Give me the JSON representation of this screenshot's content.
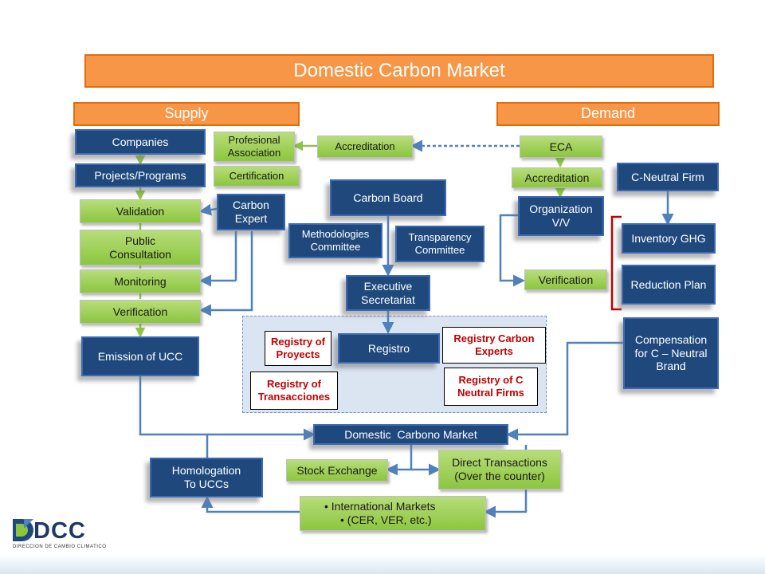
{
  "title": "Domestic Carbon Market",
  "supply_header": "Supply",
  "demand_header": "Demand",
  "supply": {
    "companies": "Companies",
    "projects": "Projects/Programs",
    "validation": "Validation",
    "public_consultation": "Public Consultation",
    "monitoring": "Monitoring",
    "verification": "Verification",
    "emission": "Emission of UCC"
  },
  "center": {
    "prof_association": "Profesional Association",
    "certification": "Certification",
    "accreditation": "Accreditation",
    "carbon_expert": "Carbon Expert",
    "carbon_board": "Carbon Board",
    "methodologies_committee": "Methodologies Committee",
    "transparency_committee": "Transparency Committee",
    "executive_secretariat": "Executive Secretariat",
    "registro": "Registro"
  },
  "registries": {
    "proyects": "Registry of Proyects",
    "transacciones": "Registry of Transacciones",
    "carbon_experts": "Registry  Carbon Experts",
    "neutral_firms": "Registry of C Neutral Firms"
  },
  "demand": {
    "eca": "ECA",
    "accreditation": "Accreditation",
    "organization": "Organization V/V",
    "verification": "Verification",
    "c_neutral_firm": "C-Neutral Firm",
    "inventory": "Inventory GHG",
    "reduction_plan": "Reduction Plan",
    "compensation": "Compensation for C – Neutral Brand"
  },
  "bottom": {
    "domestic_market": "Domestic  Carbono Market",
    "stock_exchange": "Stock Exchange",
    "direct_transactions": "Direct Transactions (Over the counter)",
    "homologation": "Homologation To  UCCs",
    "international_1": "International Markets",
    "international_2": "(CER, VER, etc.)"
  },
  "logo": {
    "text": "DCC",
    "subtitle": "DIRECCION DE CAMBIO CLIMATICO"
  },
  "colors": {
    "orange": "#f79646",
    "navy": "#1f497d",
    "green": "#8cc63f",
    "connector": "#4f81bd",
    "registry_text": "#c00000",
    "bracket": "#c00000"
  }
}
